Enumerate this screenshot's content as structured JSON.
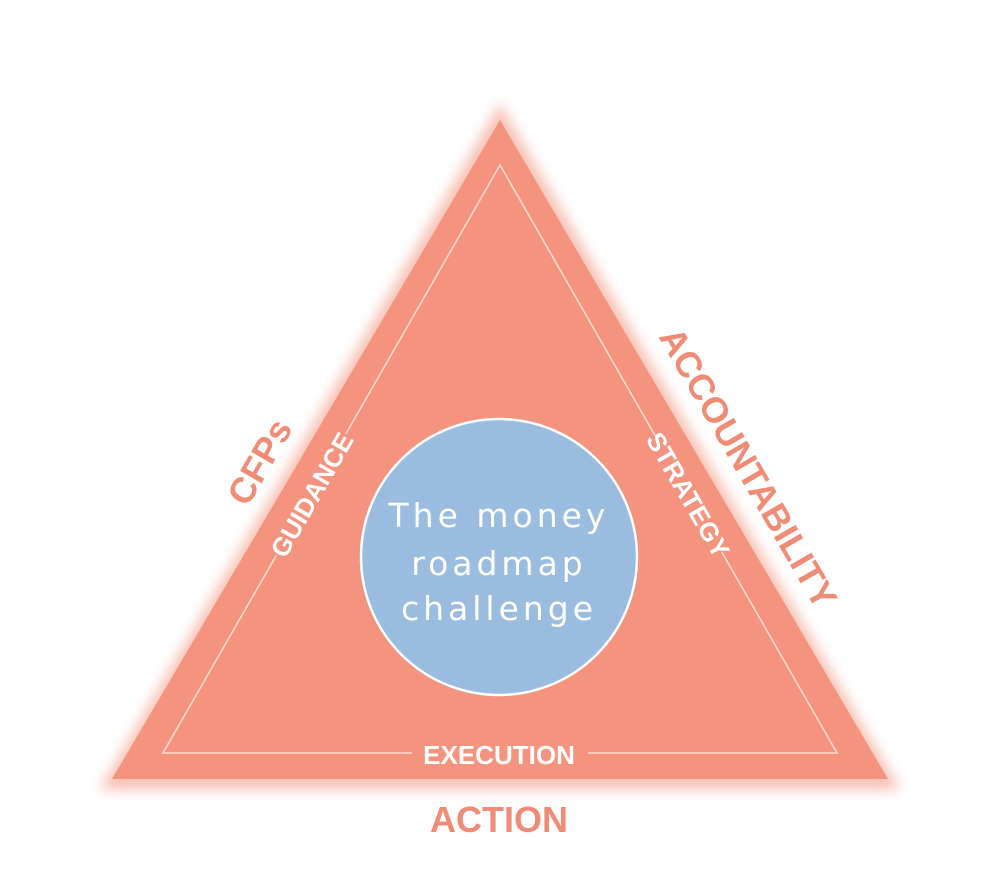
{
  "diagram": {
    "center": {
      "lines": [
        "The money",
        "roadmap",
        "challenge"
      ]
    },
    "outer_labels": {
      "left": "CFPs",
      "right": "ACCOUNTABILITY",
      "bottom": "ACTION"
    },
    "inner_labels": {
      "left": "GUIDANCE",
      "right": "STRATEGY",
      "bottom": "EXECUTION"
    },
    "colors": {
      "triangle_fill": "#f4937e",
      "triangle_glow": "#f8c3b6",
      "outer_label": "#f08b75",
      "inner_label": "#ffffff",
      "inner_line": "#fbd9d1",
      "circle_fill": "#99bcdf",
      "circle_stroke": "#ffffff",
      "center_text": "#ffffff"
    }
  }
}
